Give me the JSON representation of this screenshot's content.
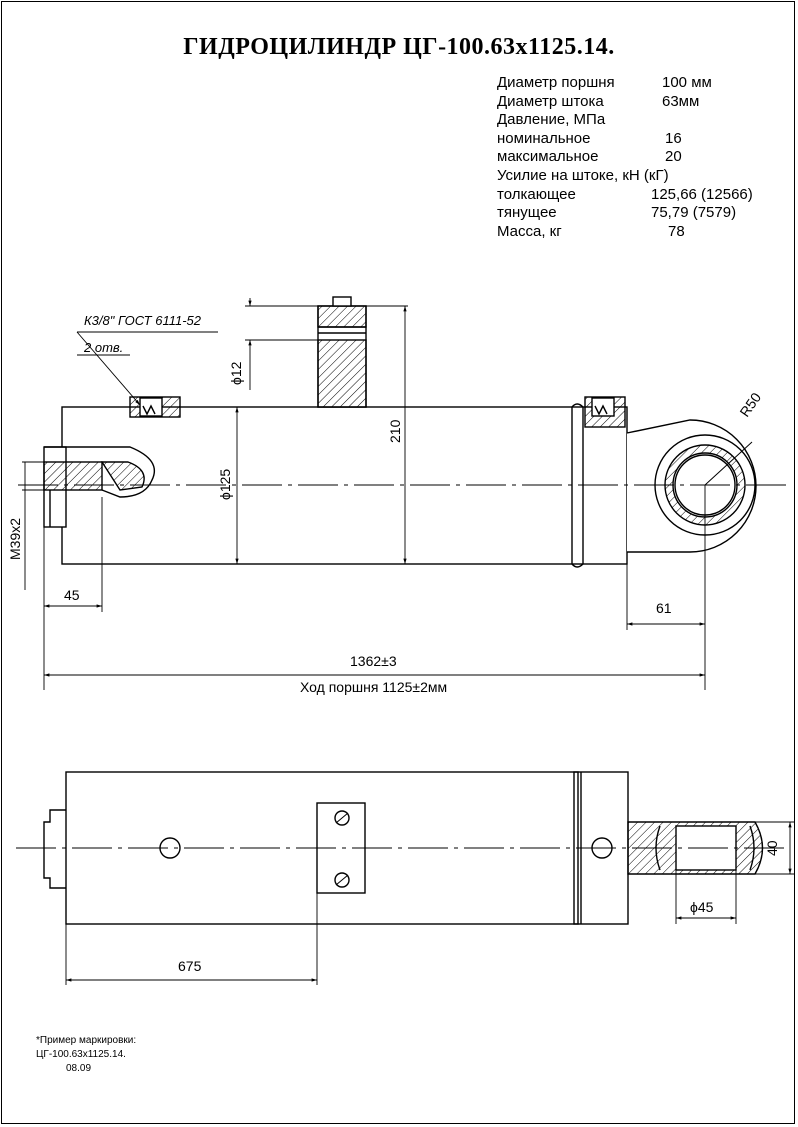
{
  "title": "ГИДРОЦИЛИНДР ЦГ-100.63х1125.14.",
  "specs": [
    {
      "label": "Диаметр поршня",
      "value": "100 мм"
    },
    {
      "label": "Диаметр штока",
      "value": "63мм"
    },
    {
      "label": "Давление, МПа",
      "value": ""
    },
    {
      "label": "номинальное",
      "value": "16"
    },
    {
      "label": "максимальное",
      "value": "20"
    },
    {
      "label": "Усилие на штоке, кН (кГ)",
      "value": ""
    },
    {
      "label": "толкающее",
      "value": "125,66 (12566)"
    },
    {
      "label": "тянущее",
      "value": "75,79 (7579)"
    },
    {
      "label": "Масса, кг",
      "value": "78"
    }
  ],
  "dimensions": {
    "thread_callout": "К3/8\" ГОСТ 6111-52",
    "holes_count": "2 отв.",
    "port_diameter": "ϕ12",
    "height": "210",
    "bore_diameter": "ϕ125",
    "thread": "М39х2",
    "eye_radius": "R50",
    "left_offset": "45",
    "right_offset": "61",
    "total_length": "1362±3",
    "stroke": "Ход поршня 1125±2мм",
    "mount_offset": "675",
    "eye_bore": "ϕ45",
    "eye_width": "40"
  },
  "note": {
    "line1": "*Пример маркировки:",
    "line2": "ЦГ-100.63х1125.14.",
    "line3": "08.09"
  }
}
